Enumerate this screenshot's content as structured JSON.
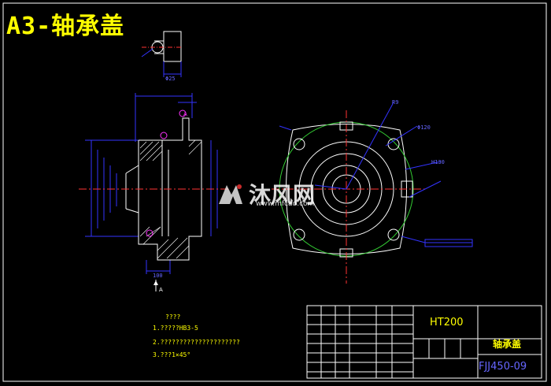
{
  "drawing": {
    "title": "A3-轴承盖",
    "material": "HT200",
    "part_name": "轴承盖",
    "drawing_no": "FJJ450-09",
    "section_label": "A",
    "notes": {
      "heading": "????",
      "lines": [
        "1.?????HB3-5",
        "2.?????????????????????",
        "3.???1×45°"
      ]
    },
    "dimensions": {
      "r_top": "R9",
      "d_small": "Φ25",
      "h130": "H130",
      "w100": "100",
      "d120": "Φ120"
    }
  },
  "watermark": {
    "brand": "沐风网",
    "url": "www.mfcad.com"
  },
  "colors": {
    "background": "#000000",
    "title": "#ffff00",
    "outline": "#ffffff",
    "dimension": "#3333ff",
    "center_line": "#ff3333",
    "section_hatch": "#ffffff",
    "circle_green": "#33cc33",
    "callout": "#ff33ff"
  }
}
